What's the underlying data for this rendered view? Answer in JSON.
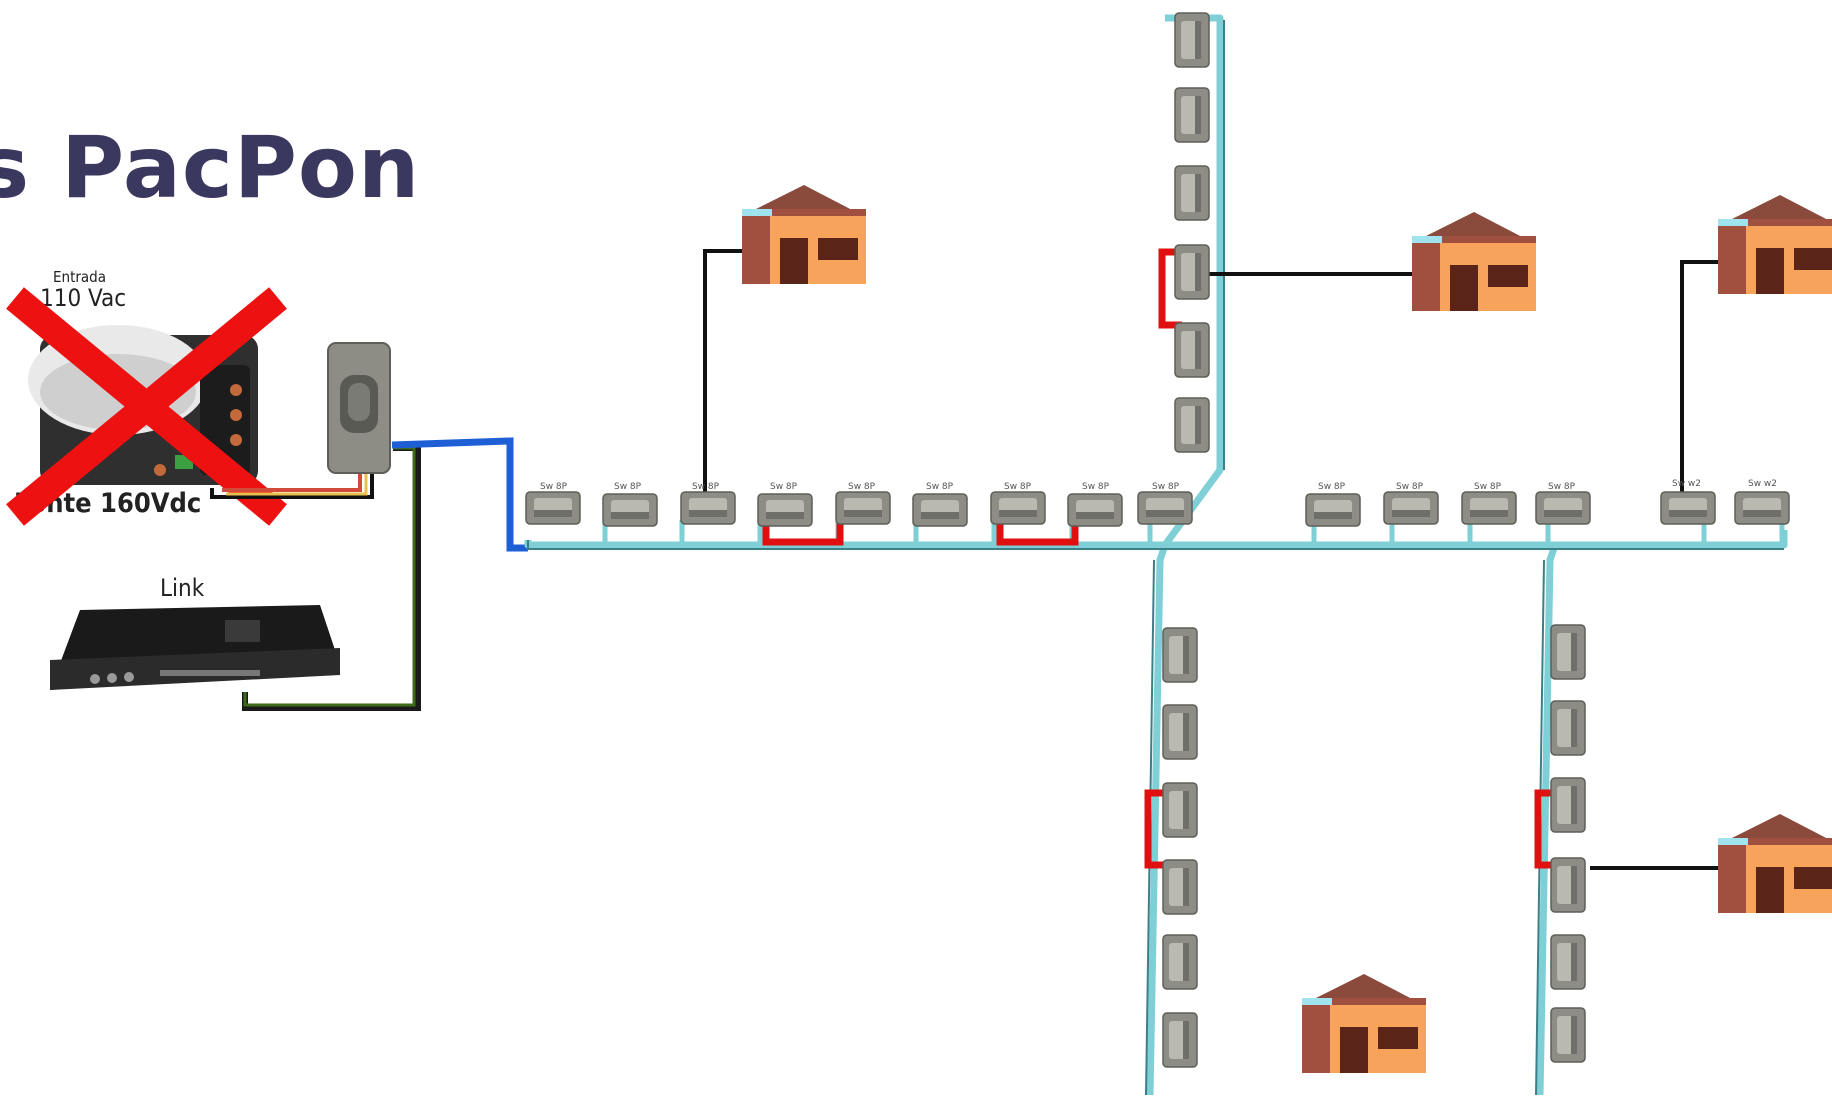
{
  "title": "s PacPon",
  "labels": {
    "input_label": "Entrada",
    "input_voltage": "110 Vac",
    "source_label": "Fonte 160Vdc",
    "link_label": "Link",
    "switch_label": "Sw 8P",
    "switch_label_alt": "Sw w2"
  },
  "colors": {
    "title": "#3b3860",
    "cable_trunk": "#7ecfd6",
    "cable_blue": "#1f5fd6",
    "cable_green": "#3e6b1a",
    "cable_red": "#e01010",
    "house_wall": "#f7a35c",
    "house_side": "#a14f3e",
    "house_roof": "#8a4a3c",
    "house_door": "#5a2418",
    "cross": "#ee1111"
  },
  "icons": [
    "house-icon",
    "switch-icon",
    "power-supply-icon",
    "media-converter-icon",
    "link-rack-icon",
    "red-cross-icon"
  ]
}
